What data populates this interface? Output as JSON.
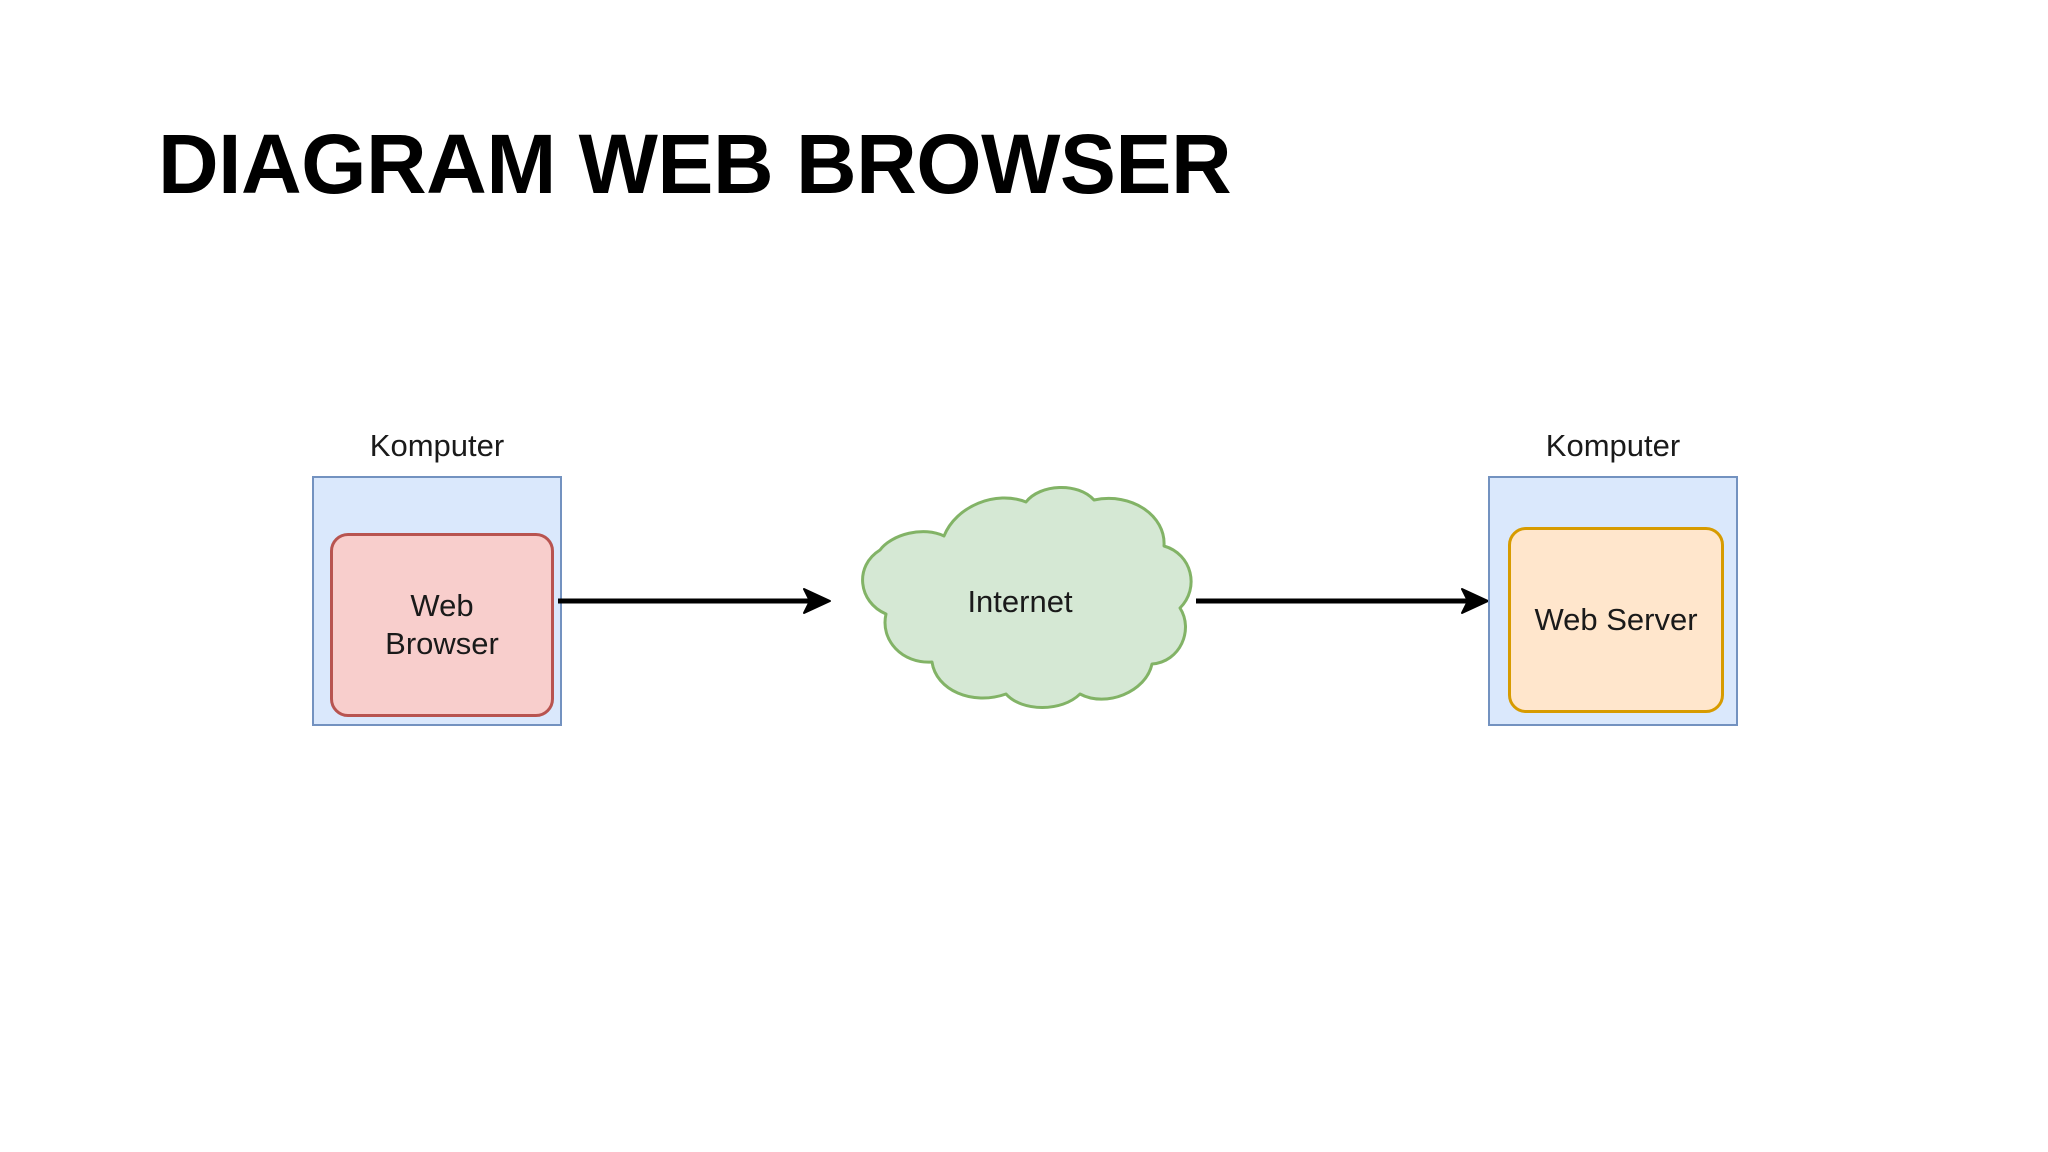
{
  "slide": {
    "title": "DIAGRAM WEB BROWSER",
    "background_color": "#ffffff"
  },
  "diagram": {
    "type": "flow-diagram",
    "direction": "left-to-right",
    "nodes": [
      {
        "id": "computer-client",
        "kind": "container",
        "label": "Komputer",
        "fill_color": "#dae8fc",
        "stroke_color": "#7392c0",
        "child": {
          "id": "web-browser",
          "kind": "rounded-rect",
          "label_line_1": "Web",
          "label_line_2": "Browser",
          "fill_color": "#f8cecc",
          "stroke_color": "#b85450"
        }
      },
      {
        "id": "internet",
        "kind": "cloud",
        "label": "Internet",
        "fill_color": "#d5e8d4",
        "stroke_color": "#82b366"
      },
      {
        "id": "computer-server",
        "kind": "container",
        "label": "Komputer",
        "fill_color": "#dae8fc",
        "stroke_color": "#7392c0",
        "child": {
          "id": "web-server",
          "kind": "rounded-rect",
          "label": "Web Server",
          "fill_color": "#ffe6cc",
          "stroke_color": "#d79b00"
        }
      }
    ],
    "edges": [
      {
        "id": "edge-browser-to-internet",
        "from": "web-browser",
        "to": "internet",
        "label": "",
        "style": "solid-arrow",
        "color": "#000000"
      },
      {
        "id": "edge-internet-to-server",
        "from": "internet",
        "to": "web-server",
        "label": "",
        "style": "solid-arrow",
        "color": "#000000"
      }
    ]
  }
}
